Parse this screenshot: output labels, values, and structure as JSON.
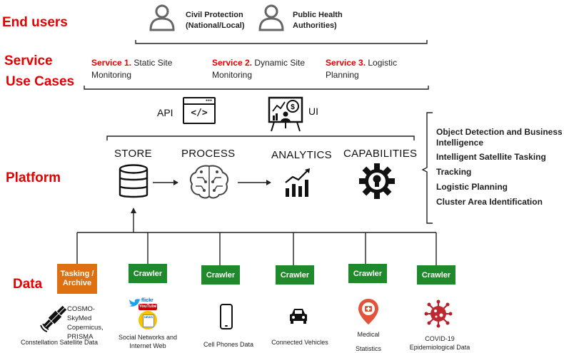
{
  "sections": {
    "end_users": "End users",
    "service_use_cases": [
      "Service",
      "Use Cases"
    ],
    "platform": "Platform",
    "data": "Data"
  },
  "end_users": [
    {
      "line1": "Civil Protection",
      "line2": "(National/Local)"
    },
    {
      "line1": "Public Health",
      "line2": "Authorities)"
    }
  ],
  "services": [
    {
      "num": "Service 1.",
      "line1_rest": " Static Site",
      "line2": "Monitoring"
    },
    {
      "num": "Service 2.",
      "line1_rest": " Dynamic Site",
      "line2": "Monitoring"
    },
    {
      "num": "Service 3.",
      "line1_rest": " Logistic",
      "line2": "Planning"
    }
  ],
  "interfaces": {
    "api": "API",
    "api_glyph": "</>",
    "ui": "UI"
  },
  "platform_stages": [
    "STORE",
    "PROCESS",
    "ANALYTICS",
    "CAPABILITIES"
  ],
  "capabilities": [
    "Object Detection and Business Intelligence",
    "Intelligent Satellite Tasking",
    "Tracking",
    "Logistic Planning",
    "Cluster Area Identification"
  ],
  "data_sources": [
    {
      "button": "Tasking / Archive",
      "label_top": "COSMO-SkyMed\nCopernicus,\nPRISMA",
      "label": "Constellation Satellite Data",
      "icon": "satellite-icon",
      "color": "#dd7010"
    },
    {
      "button": "Crawler",
      "label": "Social Networks and\nInternet Web",
      "icon": "social-media-icon",
      "color": "#1f8a2b"
    },
    {
      "button": "Crawler",
      "label": "Cell Phones Data",
      "icon": "phone-icon",
      "color": "#1f8a2b"
    },
    {
      "button": "Crawler",
      "label": "Connected Vehicles",
      "icon": "car-icon",
      "color": "#1f8a2b"
    },
    {
      "button": "Crawler",
      "label": "Medical\n\nStatistics",
      "icon": "medical-icon",
      "color": "#1f8a2b"
    },
    {
      "button": "Crawler",
      "label": "COVID-19\nEpidemiological Data",
      "icon": "virus-icon",
      "color": "#1f8a2b"
    }
  ],
  "badges": {
    "flickr": "flickr",
    "youtube": "YouTube",
    "news": "NEWS",
    "dots": "..."
  }
}
